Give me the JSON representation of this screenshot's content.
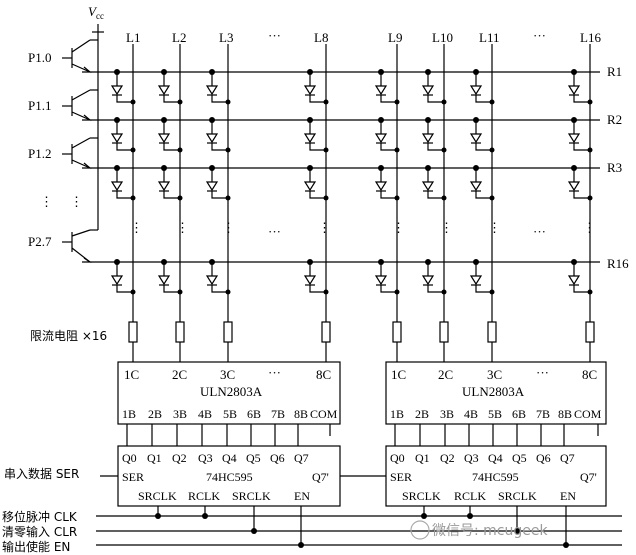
{
  "supply_label": "V",
  "supply_sub": "cc",
  "columns": [
    "L1",
    "L2",
    "L3",
    "···",
    "L8",
    "L9",
    "L10",
    "L11",
    "···",
    "L16"
  ],
  "rows": [
    "R1",
    "R2",
    "R3",
    "R16"
  ],
  "port_pins": [
    "P1.0",
    "P1.1",
    "P1.2",
    "P2.7"
  ],
  "vdots": "⋮",
  "hdots": "···",
  "resistor_label": "限流电阻 ×16",
  "drivers": [
    {
      "name": "ULN2803A",
      "top": [
        "1C",
        "2C",
        "3C",
        "···",
        "8C"
      ],
      "bottom": [
        "1B",
        "2B",
        "3B",
        "4B",
        "5B",
        "6B",
        "7B",
        "8B",
        "COM"
      ]
    },
    {
      "name": "ULN2803A",
      "top": [
        "1C",
        "2C",
        "3C",
        "···",
        "8C"
      ],
      "bottom": [
        "1B",
        "2B",
        "3B",
        "4B",
        "5B",
        "6B",
        "7B",
        "8B",
        "COM"
      ]
    }
  ],
  "shift_registers": [
    {
      "name": "74HC595",
      "outputs": [
        "Q0",
        "Q1",
        "Q2",
        "Q3",
        "Q4",
        "Q5",
        "Q6",
        "Q7"
      ],
      "ser": "SER",
      "q7p": "Q7'",
      "controls": [
        "SRCLK",
        "RCLK",
        "SRCLK",
        "EN"
      ]
    },
    {
      "name": "74HC595",
      "outputs": [
        "Q0",
        "Q1",
        "Q2",
        "Q3",
        "Q4",
        "Q5",
        "Q6",
        "Q7"
      ],
      "ser": "SER",
      "q7p": "Q7'",
      "controls": [
        "SRCLK",
        "RCLK",
        "SRCLK",
        "EN"
      ]
    }
  ],
  "signals": {
    "ser": "串入数据 SER",
    "clk": "移位脉冲 CLK",
    "clr": "清零输入 CLR",
    "en": "输出使能 EN"
  },
  "watermark": "微信号: mcugeek"
}
